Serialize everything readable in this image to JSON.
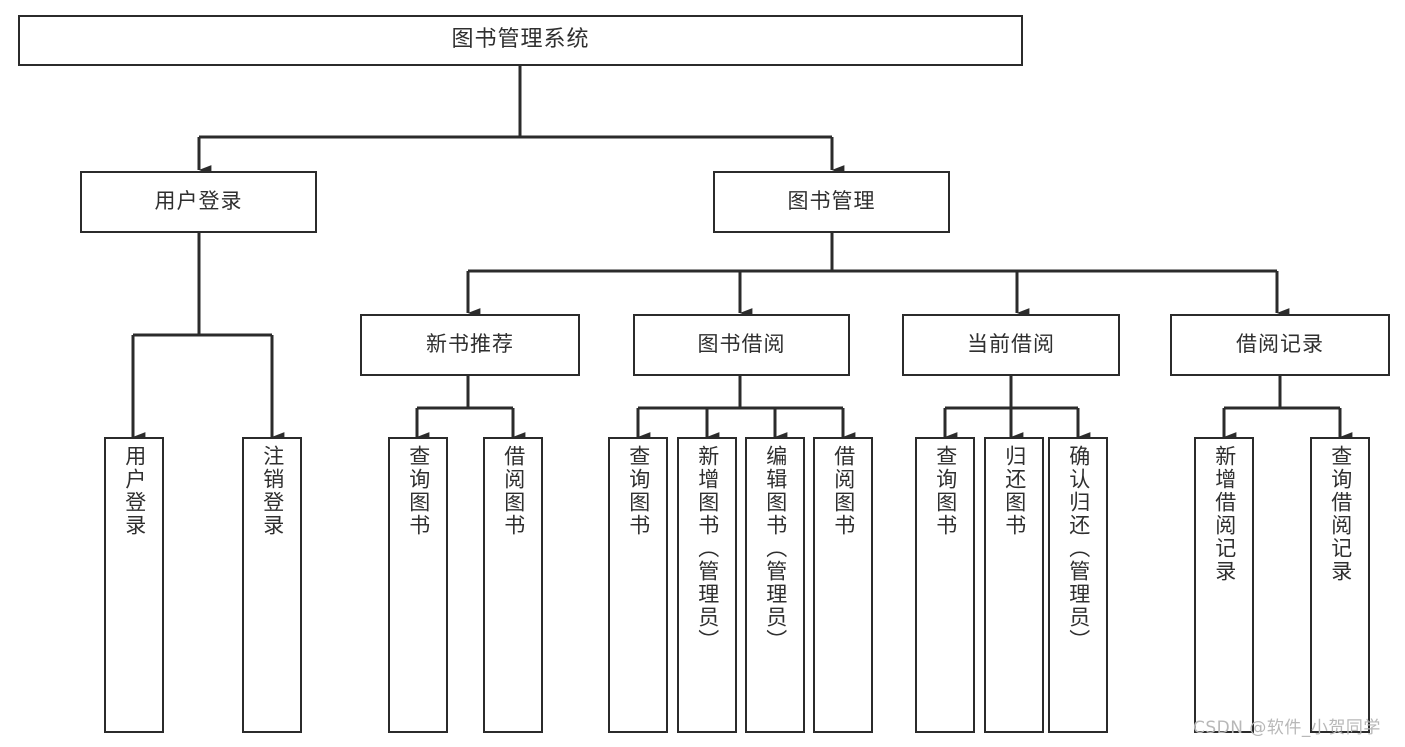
{
  "diagram": {
    "type": "tree-hierarchy-diagram",
    "title": "图书管理系统",
    "colors": {
      "border": "#2b2b2b",
      "text": "#2f2f2f",
      "background": "#ffffff",
      "watermark": "#b8b8b8"
    },
    "root": {
      "label": "图书管理系统"
    },
    "level2": [
      {
        "label": "用户登录"
      },
      {
        "label": "图书管理"
      }
    ],
    "level3": [
      {
        "label": "新书推荐"
      },
      {
        "label": "图书借阅"
      },
      {
        "label": "当前借阅"
      },
      {
        "label": "借阅记录"
      }
    ],
    "leaves": {
      "user_login": [
        "用户登录",
        "注销登录"
      ],
      "new_book": [
        "查询图书",
        "借阅图书"
      ],
      "book_borrow": [
        "查询图书",
        "新增图书（管理员）",
        "编辑图书（管理员）",
        "借阅图书"
      ],
      "current_borrow": [
        "查询图书",
        "归还图书",
        "确认归还（管理员）"
      ],
      "borrow_record": [
        "新增借阅记录",
        "查询借阅记录"
      ]
    }
  },
  "watermark": {
    "text": "CSDN @软件_小贺同学"
  }
}
